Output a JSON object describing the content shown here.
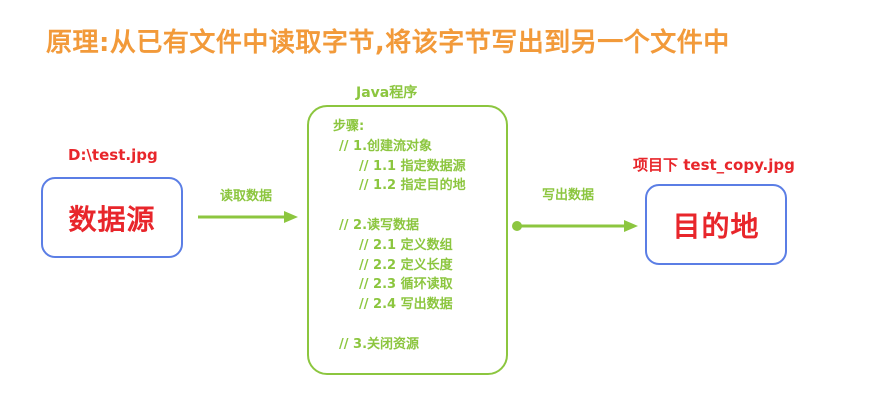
{
  "title": "原理:从已有文件中读取字节,将该字节写出到另一个文件中",
  "source": {
    "caption": "D:\\test.jpg",
    "label": "数据源"
  },
  "destination": {
    "caption": "项目下 test_copy.jpg",
    "label": "目的地"
  },
  "program": {
    "caption": "Java程序",
    "steps": [
      "步骤:",
      "// 1.创建流对象",
      "// 1.1 指定数据源",
      "// 1.2 指定目的地",
      "",
      "// 2.读写数据",
      "// 2.1 定义数组",
      "// 2.2 定义长度",
      "// 2.3 循环读取",
      "// 2.4 写出数据",
      "",
      "// 3.关闭资源"
    ]
  },
  "arrows": {
    "read_label": "读取数据",
    "write_label": "写出数据"
  },
  "colors": {
    "title": "#f29a3a",
    "caption_red": "#e8262b",
    "box_border_blue": "#5b7ee5",
    "program_green": "#8cc63f"
  }
}
